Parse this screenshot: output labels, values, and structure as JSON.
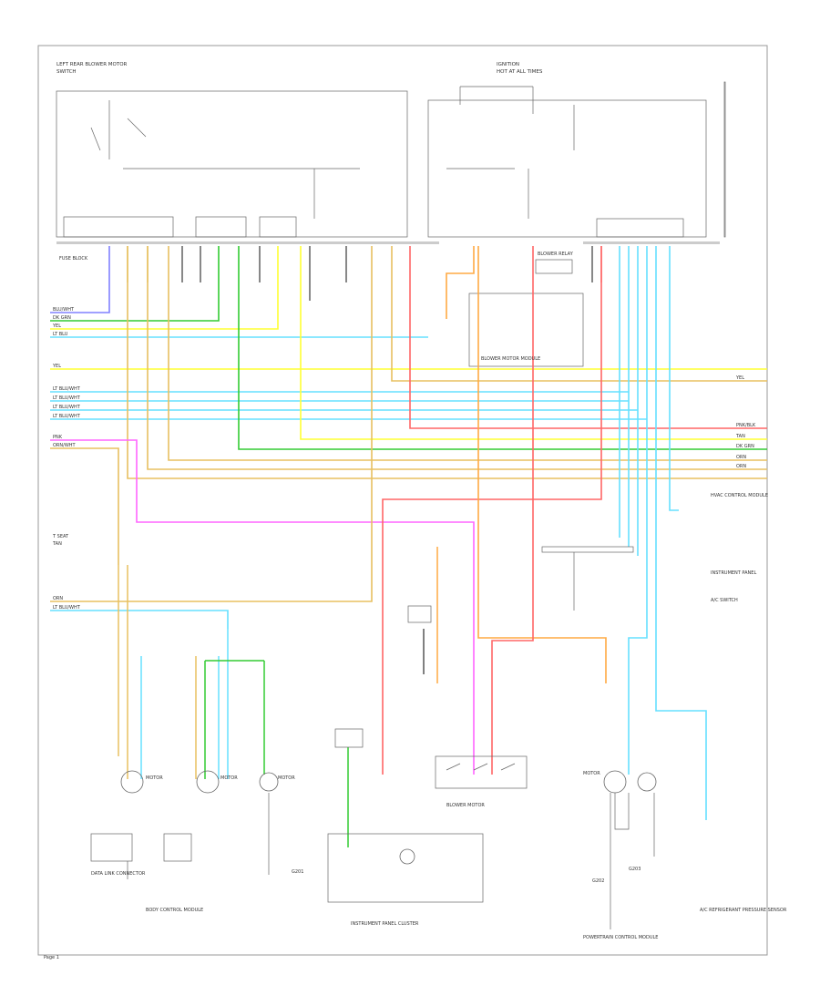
{
  "colors": {
    "blue": "#8080ff",
    "green": "#33cc33",
    "yellow": "#ffff33",
    "cyan": "#66e0ff",
    "tan": "#e8c060",
    "pink": "#ff66ff",
    "red": "#ff6666",
    "orange": "#ffaa44",
    "dkgreen": "#2aaa2a",
    "black": "#555555"
  },
  "labels": {
    "top_left": "LEFT REAR BLOWER MOTOR",
    "top_left_sub": "SWITCH",
    "top_center": "IGNITION",
    "top_center_sub": "HOT AT ALL TIMES",
    "connector_left": "FUSE BLOCK",
    "left_wire_1": "BLU/WHT",
    "left_wire_2": "DK GRN",
    "left_wire_3": "YEL",
    "left_wire_4": "LT BLU",
    "left_wire_5": "YEL",
    "left_wire_6": "LT BLU/WHT",
    "left_wire_7": "LT BLU/WHT",
    "left_wire_8": "LT BLU/WHT",
    "left_wire_9": "LT BLU/WHT",
    "left_wire_10": "PNK",
    "left_wire_11": "ORN/WHT",
    "left_mid": "T SEAT",
    "left_mid2": "TAN",
    "left_low_1": "ORN",
    "left_low_2": "LT BLU/WHT",
    "right_wire_1": "YEL",
    "right_wire_2": "PNK/BLK",
    "right_wire_3": "TAN",
    "right_wire_4": "DK GRN",
    "right_wire_5": "ORN",
    "right_wire_6": "ORN",
    "blower_relay": "BLOWER RELAY",
    "relay_module": "BLOWER MOTOR MODULE",
    "right_side_1": "HVAC CONTROL MODULE",
    "right_side_2": "INSTRUMENT PANEL",
    "right_side_3": "A/C SWITCH",
    "ground_1": "G201",
    "ground_2": "G202",
    "ground_3": "G203",
    "bottom_left_1": "DATA LINK CONNECTOR",
    "bottom_left_2": "BODY CONTROL MODULE",
    "bottom_center_1": "INSTRUMENT PANEL CLUSTER",
    "bottom_center_2": "BLOWER MOTOR",
    "bottom_right_1": "POWERTRAIN CONTROL MODULE",
    "bottom_right_2": "A/C REFRIGERANT PRESSURE SENSOR",
    "motor_1": "MOTOR",
    "motor_2": "MOTOR",
    "motor_3": "MOTOR",
    "motor_4": "MOTOR",
    "page_no": "Page 1"
  }
}
